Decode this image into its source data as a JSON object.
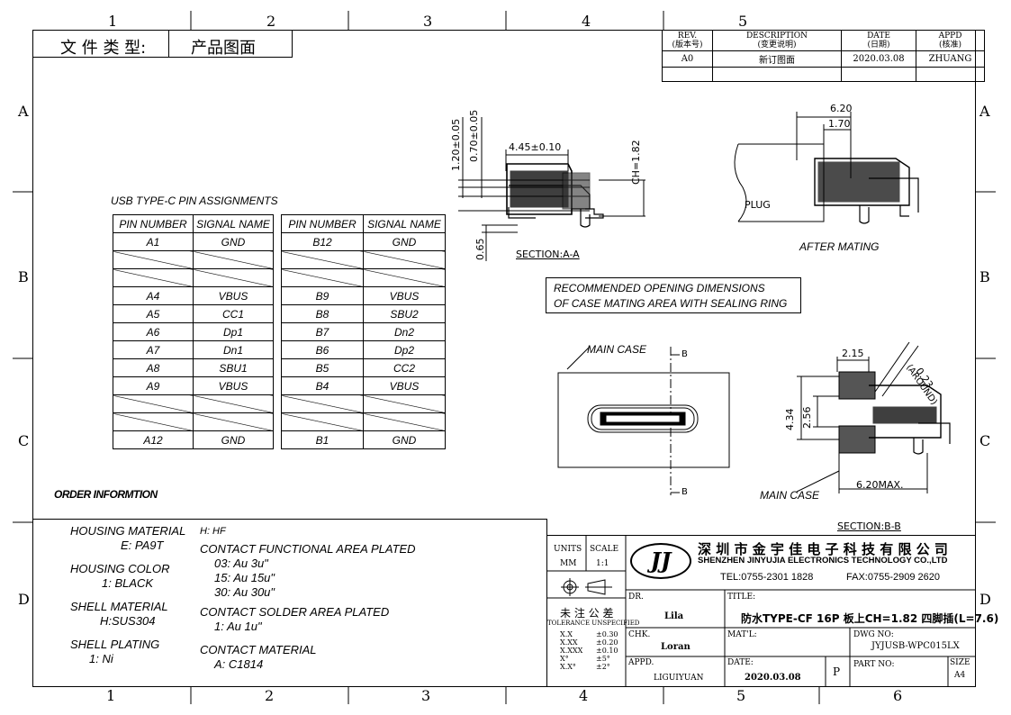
{
  "header": {
    "doc_type_label": "文 件 类 型:",
    "doc_type_value": "产品图面"
  },
  "revision": {
    "headers": [
      {
        "en": "REV.",
        "cn": "(版本号)"
      },
      {
        "en": "DESCRIPTION",
        "cn": "(变更说明)"
      },
      {
        "en": "DATE",
        "cn": "(日期)"
      },
      {
        "en": "APPD",
        "cn": "(核准)"
      }
    ],
    "row": [
      "A0",
      "新订图面",
      "2020.03.08",
      "ZHUANG"
    ]
  },
  "border": {
    "cols_top": [
      "1",
      "2",
      "3",
      "4",
      "5"
    ],
    "cols_bottom": [
      "1",
      "2",
      "3",
      "4",
      "5",
      "6"
    ],
    "rows_left": [
      "A",
      "B",
      "C",
      "D"
    ],
    "rows_right": [
      "A",
      "B",
      "C",
      "D"
    ]
  },
  "pin_table": {
    "title": "USB TYPE-C PIN ASSIGNMENTS",
    "headers": [
      "PIN NUMBER",
      "SIGNAL NAME",
      "PIN NUMBER",
      "SIGNAL NAME"
    ],
    "rows": [
      [
        "A1",
        "GND",
        "B12",
        "GND"
      ],
      [
        "",
        "",
        "",
        ""
      ],
      [
        "",
        "",
        "",
        ""
      ],
      [
        "A4",
        "VBUS",
        "B9",
        "VBUS"
      ],
      [
        "A5",
        "CC1",
        "B8",
        "SBU2"
      ],
      [
        "A6",
        "Dp1",
        "B7",
        "Dn2"
      ],
      [
        "A7",
        "Dn1",
        "B6",
        "Dp2"
      ],
      [
        "A8",
        "SBU1",
        "B5",
        "CC2"
      ],
      [
        "A9",
        "VBUS",
        "B4",
        "VBUS"
      ],
      [
        "",
        "",
        "",
        ""
      ],
      [
        "",
        "",
        "",
        ""
      ],
      [
        "A12",
        "GND",
        "B1",
        "GND"
      ]
    ]
  },
  "section_aa": {
    "label": "SECTION:A-A",
    "dims": [
      "1.20±0.05",
      "0.70±0.05",
      "4.45±0.10",
      "CH=1.82",
      "0.65"
    ]
  },
  "after_mating": {
    "label": "AFTER MATING",
    "plug": "PLUG",
    "dims": [
      "6.20",
      "1.70"
    ]
  },
  "recommended": {
    "line1": "RECOMMENDED OPENING DIMENSIONS",
    "line2": "OF CASE MATING AREA WITH SEALING RING"
  },
  "main_case": {
    "label": "MAIN CASE",
    "b_top": "B",
    "b_bottom": "B"
  },
  "section_bb": {
    "label": "SECTION:B-B",
    "main_case": "MAIN CASE",
    "dims": [
      "2.15",
      "0.23",
      "(AROUND)",
      "4.34",
      "2.56",
      "6.20MAX."
    ]
  },
  "order": {
    "title": "ORDER INFORMTION",
    "left": [
      {
        "label": "HOUSING MATERIAL",
        "value": "E: PA9T"
      },
      {
        "label": "HOUSING COLOR",
        "value": "1: BLACK"
      },
      {
        "label": "SHELL MATERIAL",
        "value": "H:SUS304"
      },
      {
        "label": "SHELL PLATING",
        "value": "1: Ni"
      }
    ],
    "right": {
      "hf": "H: HF",
      "cf_title": "CONTACT FUNCTIONAL AREA PLATED",
      "cf_items": [
        "03: Au 3u\"",
        "15: Au 15u\"",
        "30: Au 30u\""
      ],
      "cs_title": "CONTACT SOLDER AREA PLATED",
      "cs_item": "1: Au 1u\"",
      "cm_title": "CONTACT MATERIAL",
      "cm_item": "A: C1814"
    }
  },
  "title_block": {
    "units_label": "UNITS",
    "units_value": "MM",
    "scale_label": "SCALE",
    "scale_value": "1:1",
    "company_cn": "深 圳 市 金 宇 佳 电 子 科 技 有 限 公 司",
    "company_en": "SHENZHEN JINYUJIA ELECTRONICS TECHNOLOGY CO.,LTD",
    "tel": "TEL:0755-2301 1828",
    "fax": "FAX:0755-2909 2620",
    "logo": "JJ",
    "tol_cn": "未 注 公 差",
    "tol_en": "TOLERANCE UNSPECIFIED",
    "tolerances": [
      [
        "X.X",
        "±0.30"
      ],
      [
        "X.XX",
        "±0.20"
      ],
      [
        "X.XXX",
        "±0.10"
      ],
      [
        "X°",
        "±5°"
      ],
      [
        "X.X°",
        "±2°"
      ]
    ],
    "dr_label": "DR.",
    "dr_value": "Lila",
    "chk_label": "CHK.",
    "chk_value": "Loran",
    "appd_label": "APPD.",
    "appd_value": "LIGUIYUAN",
    "title_label": "TITLE:",
    "title_value": "防水TYPE-CF 16P 板上CH=1.82 四脚插(L=7.6)",
    "matl_label": "MAT'L:",
    "dwg_label": "DWG NO:",
    "dwg_value": "JYJUSB-WPC015LX",
    "date_label": "DATE:",
    "date_value": "2020.03.08",
    "p": "P",
    "part_label": "PART NO:",
    "size_label": "SIZE",
    "size_value": "A4"
  }
}
